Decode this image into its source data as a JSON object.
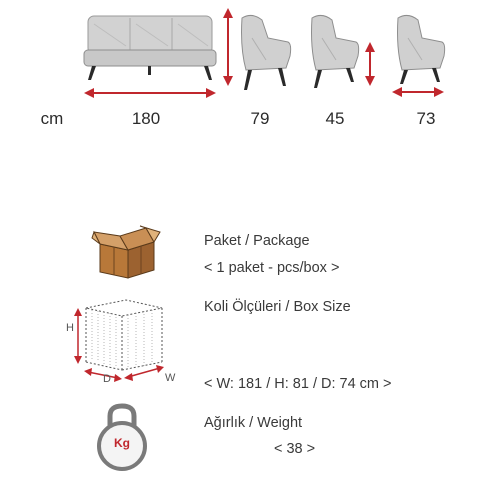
{
  "dimensions": {
    "unit": "cm",
    "width": "180",
    "depth": "79",
    "seat_height": "45",
    "height": "73"
  },
  "package": {
    "label": "Paket / Package",
    "value": "< 1 paket - pcs/box >"
  },
  "box_size": {
    "label": "Koli Ölçüleri / Box Size",
    "value": "< W: 181 / H: 81 / D: 74 cm >",
    "axis_h": "H",
    "axis_d": "D",
    "axis_w": "W"
  },
  "weight": {
    "label": "Ağırlık / Weight",
    "value": "< 38 >",
    "icon_text": "Kg"
  },
  "colors": {
    "accent": "#c0272d",
    "sofa_fabric": "#cfcfcf",
    "box_brown": "#b97a3c"
  }
}
